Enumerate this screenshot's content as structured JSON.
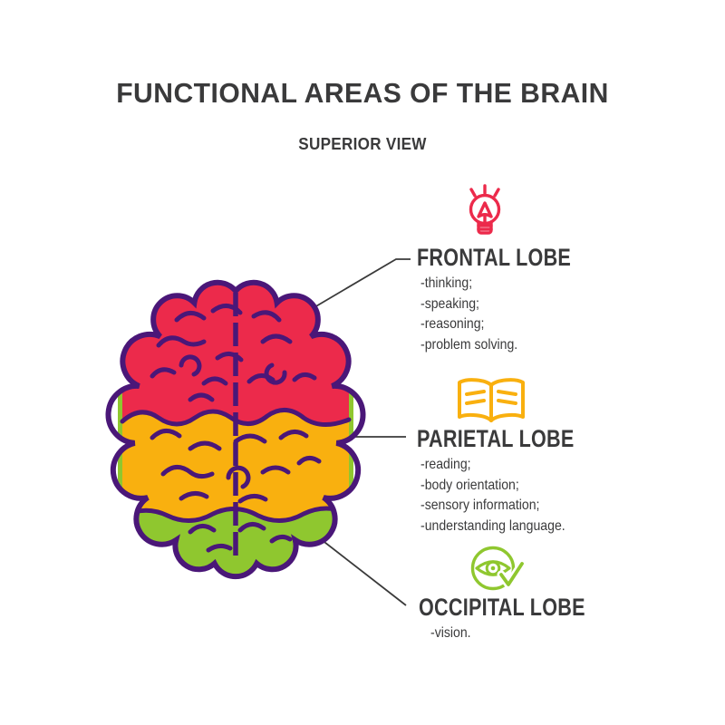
{
  "title": "FUNCTIONAL AREAS OF THE BRAIN",
  "subtitle": "SUPERIOR VIEW",
  "colors": {
    "frontal_red": "#EC2A4B",
    "parietal_yellow": "#F9B00F",
    "occipital_green": "#8FC72F",
    "brain_outline_purple": "#4A1778",
    "text_dark": "#3A3A3B",
    "connector_line": "#3A3A3A"
  },
  "brain": {
    "view": "superior",
    "regions": [
      {
        "name": "frontal lobe",
        "color": "#EC2A4B"
      },
      {
        "name": "parietal lobe",
        "color": "#F9B00F"
      },
      {
        "name": "occipital lobe",
        "color": "#8FC72F"
      }
    ]
  },
  "sections": [
    {
      "label": "FRONTAL LOBE",
      "icon": "lightbulb-icon",
      "color": "#EC2A4B",
      "functions": [
        "-thinking;",
        "-speaking;",
        "-reasoning;",
        "-problem solving."
      ]
    },
    {
      "label": "PARIETAL LOBE",
      "icon": "open-book-icon",
      "color": "#F9B00F",
      "functions": [
        "-reading;",
        "-body orientation;",
        "-sensory information;",
        "-understanding language."
      ]
    },
    {
      "label": "OCCIPITAL LOBE",
      "icon": "eye-check-icon",
      "color": "#8FC72F",
      "functions": [
        "-vision."
      ]
    }
  ]
}
